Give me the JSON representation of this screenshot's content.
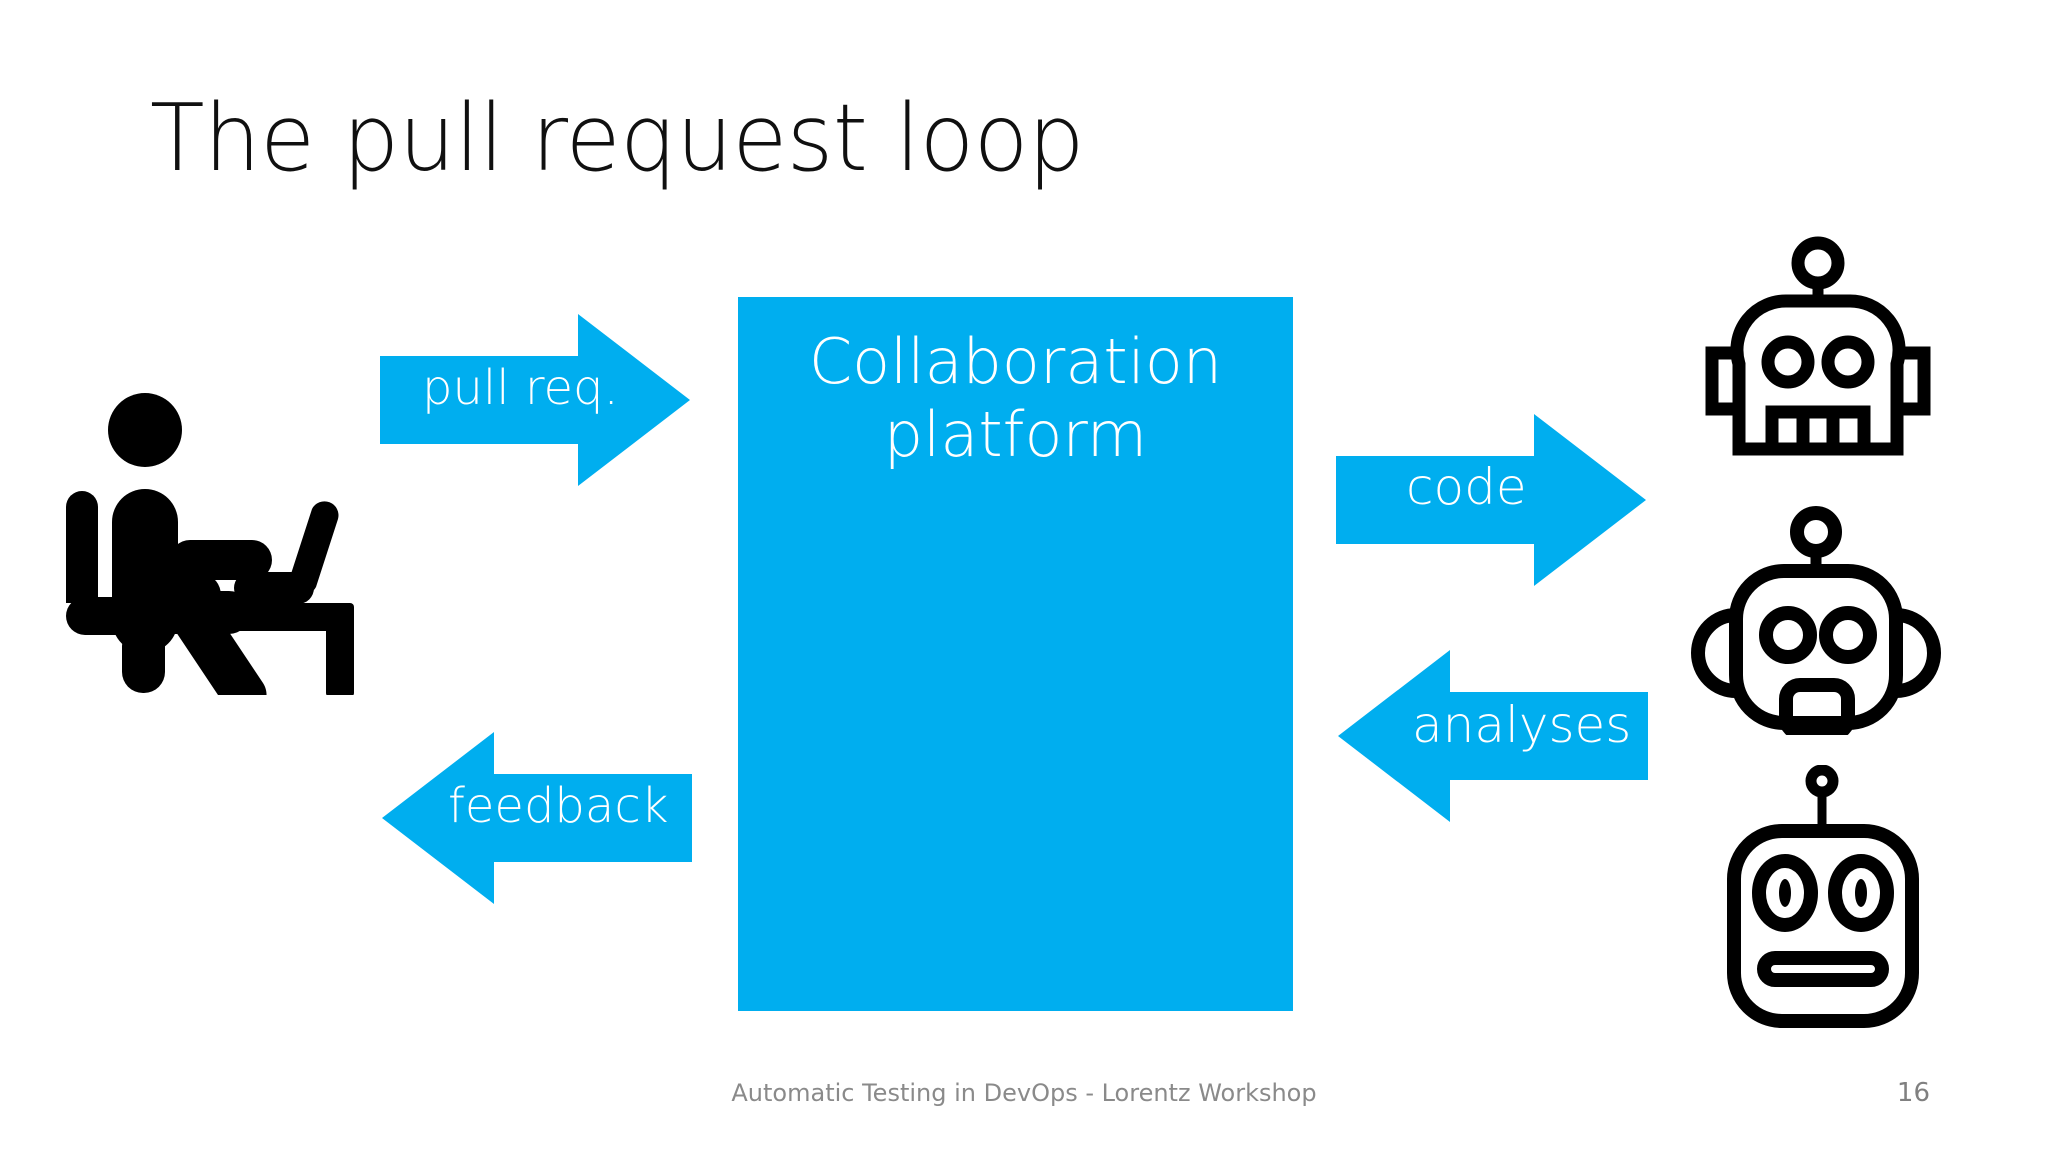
{
  "slide": {
    "title": "The pull request loop",
    "page_number": "16",
    "footer": "Automatic Testing in DevOps - Lorentz Workshop",
    "background_color": "#FFFFFF",
    "accent_color": "#00AEEF",
    "title_color": "#101010",
    "footer_color": "#8A8A8A"
  },
  "diagram": {
    "center_box": {
      "label": "Collaboration\nplatform",
      "fill_color": "#00AEEF",
      "text_color": "#FFFFFF"
    },
    "actors": [
      {
        "name": "developer",
        "icon": "person-at-laptop-icon",
        "position": "left"
      },
      {
        "name": "bot-1",
        "icon": "robot-head-teeth-icon",
        "position": "right-top"
      },
      {
        "name": "bot-2",
        "icon": "robot-head-open-mouth-icon",
        "position": "right-middle"
      },
      {
        "name": "bot-3",
        "icon": "robot-head-flat-mouth-icon",
        "position": "right-bottom"
      }
    ],
    "arrows": [
      {
        "id": "pull-req",
        "label": "pull req.",
        "direction": "right",
        "from": "developer",
        "to": "center_box",
        "color": "#00AEEF"
      },
      {
        "id": "code",
        "label": "code",
        "direction": "right",
        "from": "center_box",
        "to": "bots",
        "color": "#00AEEF"
      },
      {
        "id": "analyses",
        "label": "analyses",
        "direction": "left",
        "from": "bots",
        "to": "center_box",
        "color": "#00AEEF"
      },
      {
        "id": "feedback",
        "label": "feedback",
        "direction": "left",
        "from": "center_box",
        "to": "developer",
        "color": "#00AEEF"
      }
    ]
  }
}
